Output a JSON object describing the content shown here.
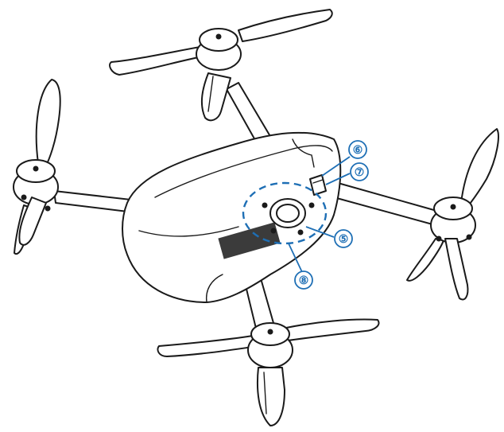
{
  "accent_color": "#1e6fb5",
  "callouts": [
    {
      "id": "six",
      "label": "⑥"
    },
    {
      "id": "seven",
      "label": "⑦"
    },
    {
      "id": "five",
      "label": "⑤"
    },
    {
      "id": "eight",
      "label": "⑧"
    }
  ]
}
